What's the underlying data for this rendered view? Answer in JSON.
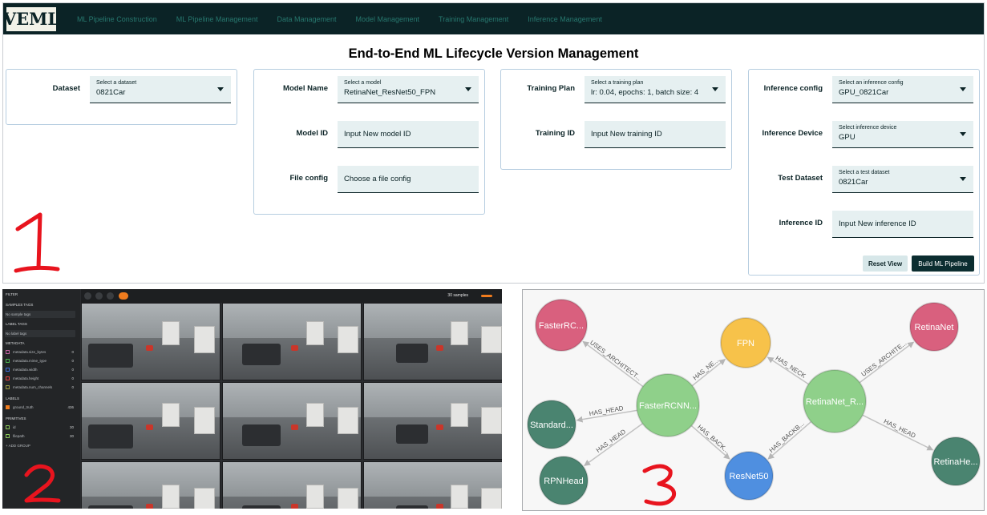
{
  "app": {
    "logo_text": "VEML",
    "nav": [
      "ML Pipeline Construction",
      "ML Pipeline Management",
      "Data Management",
      "Model Management",
      "Training Management",
      "Inference Management"
    ]
  },
  "page_title": "End-to-End ML Lifecycle Version Management",
  "annotations": {
    "panel1": "1",
    "panel2": "2",
    "panel3": "3"
  },
  "dataset_card": {
    "dataset": {
      "label": "Dataset",
      "hint": "Select a dataset",
      "value": "0821Car"
    }
  },
  "model_card": {
    "model_name": {
      "label": "Model Name",
      "hint": "Select a model",
      "value": "RetinaNet_ResNet50_FPN"
    },
    "model_id": {
      "label": "Model ID",
      "placeholder": "Input New model ID"
    },
    "file_config": {
      "label": "File config",
      "placeholder": "Choose a file config"
    }
  },
  "training_card": {
    "training_plan": {
      "label": "Training Plan",
      "hint": "Select a training plan",
      "value": "lr: 0.04, epochs: 1, batch size: 4"
    },
    "training_id": {
      "label": "Training ID",
      "placeholder": "Input New training ID"
    }
  },
  "inference_card": {
    "inference_config": {
      "label": "Inference config",
      "hint": "Select an inference config",
      "value": "GPU_0821Car"
    },
    "inference_device": {
      "label": "Inference Device",
      "hint": "Select inference device",
      "value": "GPU"
    },
    "test_dataset": {
      "label": "Test Dataset",
      "hint": "Select a test dataset",
      "value": "0821Car"
    },
    "inference_id": {
      "label": "Inference ID",
      "placeholder": "Input New inference ID"
    },
    "reset_label": "Reset View",
    "build_label": "Build ML Pipeline"
  },
  "dataset_viewer": {
    "sidebar": {
      "filter": "FILTER",
      "samples_tags": "SAMPLES TAGS",
      "no_sample_tags": "No sample tags",
      "label_tags": "LABEL TAGS",
      "no_label_tags": "No label tags",
      "metadata": "METADATA",
      "metadata_items": [
        {
          "name": "metadata.size_bytes",
          "count": "0"
        },
        {
          "name": "metadata.mime_type",
          "count": "0"
        },
        {
          "name": "metadata.width",
          "count": "0"
        },
        {
          "name": "metadata.height",
          "count": "0"
        },
        {
          "name": "metadata.num_channels",
          "count": "0"
        }
      ],
      "labels": "LABELS",
      "label_items": [
        {
          "name": "ground_truth",
          "count": "436"
        }
      ],
      "primitives": "PRIMITIVES",
      "primitive_items": [
        {
          "name": "id",
          "count": "30"
        },
        {
          "name": "filepath",
          "count": "30"
        }
      ],
      "add_group": "+ ADD GROUP"
    },
    "samples_label": "30 samples"
  },
  "graph": {
    "colors": {
      "red": "#d9607e",
      "yellow": "#f7c24a",
      "green": "#8fd08a",
      "blue": "#4f8fe0",
      "teal": "#4a8470"
    },
    "nodes": [
      {
        "id": "fasterrc",
        "label": "FasterRC...",
        "color": "red"
      },
      {
        "id": "fpn",
        "label": "FPN",
        "color": "yellow"
      },
      {
        "id": "retinanet",
        "label": "RetinaNet",
        "color": "red"
      },
      {
        "id": "fasterrcnn",
        "label": "FasterRCNN...",
        "color": "green"
      },
      {
        "id": "retinanet_r",
        "label": "RetinaNet_R...",
        "color": "green"
      },
      {
        "id": "standard",
        "label": "Standard...",
        "color": "teal"
      },
      {
        "id": "resnet50",
        "label": "ResNet50",
        "color": "blue"
      },
      {
        "id": "rpnhead",
        "label": "RPNHead",
        "color": "teal"
      },
      {
        "id": "retinahe",
        "label": "RetinaHe...",
        "color": "teal"
      }
    ],
    "edges": [
      {
        "from": "fasterrcnn",
        "to": "fasterrc",
        "label": "USES_ARCHITECT..."
      },
      {
        "from": "fasterrcnn",
        "to": "fpn",
        "label": "HAS_NE..."
      },
      {
        "from": "retinanet_r",
        "to": "fpn",
        "label": "HAS_NECK"
      },
      {
        "from": "retinanet_r",
        "to": "retinanet",
        "label": "USES_ARCHITE..."
      },
      {
        "from": "fasterrcnn",
        "to": "standard",
        "label": "HAS_HEAD"
      },
      {
        "from": "fasterrcnn",
        "to": "rpnhead",
        "label": "HAS_HEAD"
      },
      {
        "from": "fasterrcnn",
        "to": "resnet50",
        "label": "HAS_BACK..."
      },
      {
        "from": "retinanet_r",
        "to": "resnet50",
        "label": "HAS_BACKB..."
      },
      {
        "from": "retinanet_r",
        "to": "retinahe",
        "label": "HAS_HEAD"
      }
    ]
  }
}
